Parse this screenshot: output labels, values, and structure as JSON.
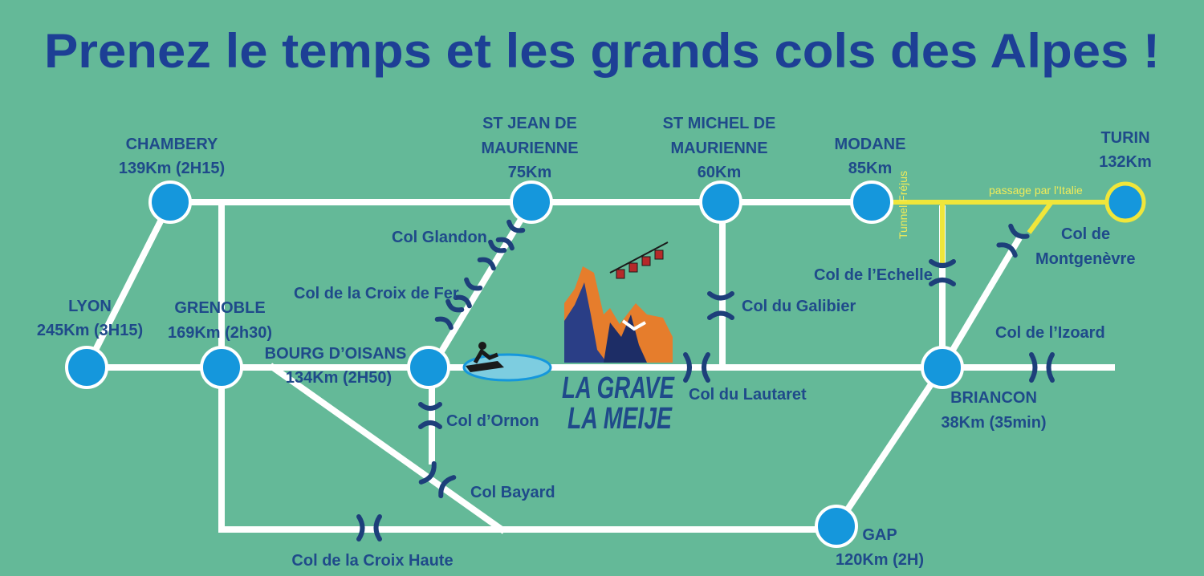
{
  "title": "Prenez le temps et les grands cols des Alpes !",
  "cities": {
    "chambery": {
      "name": "CHAMBERY",
      "info": "139Km (2H15)"
    },
    "lyon": {
      "name": "LYON",
      "info": "245Km (3H15)"
    },
    "grenoble": {
      "name": "GRENOBLE",
      "info": "169Km (2h30)"
    },
    "bourg_doisans": {
      "name": "BOURG D’OISANS",
      "info": "134Km (2H50)"
    },
    "st_jean": {
      "name_line1": "ST JEAN DE",
      "name_line2": "MAURIENNE",
      "info": "75Km"
    },
    "st_michel": {
      "name_line1": "ST MICHEL DE",
      "name_line2": "MAURIENNE",
      "info": "60Km"
    },
    "modane": {
      "name": "MODANE",
      "info": "85Km"
    },
    "turin": {
      "name": "TURIN",
      "info": "132Km"
    },
    "briancon": {
      "name": "BRIANCON",
      "info": "38Km (35min)"
    },
    "gap": {
      "name": "GAP",
      "info": "120Km (2H)"
    }
  },
  "passes": {
    "glandon": "Col Glandon",
    "croix_de_fer": "Col de la Croix de Fer",
    "ornon": "Col d’Ornon",
    "bayard": "Col Bayard",
    "croix_haute": "Col de la Croix Haute",
    "galibier": "Col du Galibier",
    "lautaret": "Col du Lautaret",
    "echelle": "Col de l’Echelle",
    "montgenevre_line1": "Col de",
    "montgenevre_line2": "Montgenèvre",
    "izoard": "Col de l’Izoard"
  },
  "notes": {
    "tunnel": "Tunnel  Fréjus",
    "italy": "passage par l’Italie"
  },
  "logo": {
    "line1": "LA GRAVE",
    "line2": "LA MEIJE"
  },
  "colors": {
    "background": "#64b998",
    "road": "#ffffff",
    "node": "#1597dc",
    "italy_road": "#f0e63a",
    "text": "#1f4a8a"
  }
}
